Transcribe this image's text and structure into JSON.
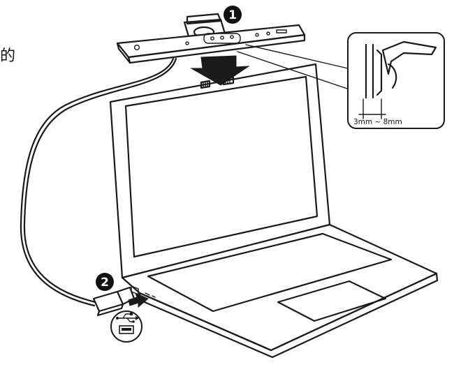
{
  "corner_text": "的",
  "steps": [
    {
      "number": "1"
    },
    {
      "number": "2"
    }
  ],
  "clip_range_label": "3mm ~ 8mm",
  "icons": [
    "webcam-lightbar",
    "laptop",
    "usb-plug",
    "usb-a-port",
    "usb-symbol"
  ]
}
